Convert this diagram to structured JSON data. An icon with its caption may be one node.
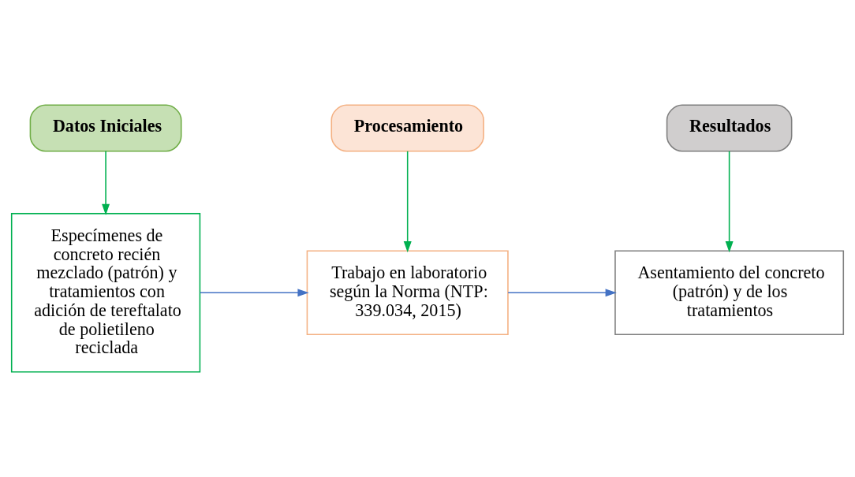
{
  "diagram": {
    "nodes": [
      {
        "text": [
          "Datos Iniciales"
        ]
      },
      {
        "text": [
          "Procesamiento"
        ]
      },
      {
        "text": [
          "Resultados"
        ]
      },
      {
        "text": [
          "Especímenes de concreto recién mezclado (patrón) y tratamientos con adición de tereftalato de polietileno reciclada"
        ]
      },
      {
        "text": [
          "Trabajo en laboratorio según la Norma (NTP: 339.034, 2015)"
        ]
      },
      {
        "text": [
          "Asentamiento del concreto (patrón) y de los tratamientos"
        ]
      }
    ],
    "edges": [
      {
        "from": 0,
        "to": 3,
        "arrow": "to"
      },
      {
        "from": 1,
        "to": 4,
        "arrow": "to"
      },
      {
        "from": 2,
        "to": 5,
        "arrow": "to"
      },
      {
        "from": 3,
        "to": 4,
        "arrow": "to",
        "color": "#4472c4"
      },
      {
        "from": 4,
        "to": 5,
        "arrow": "to",
        "color": "#4472c4"
      }
    ]
  }
}
